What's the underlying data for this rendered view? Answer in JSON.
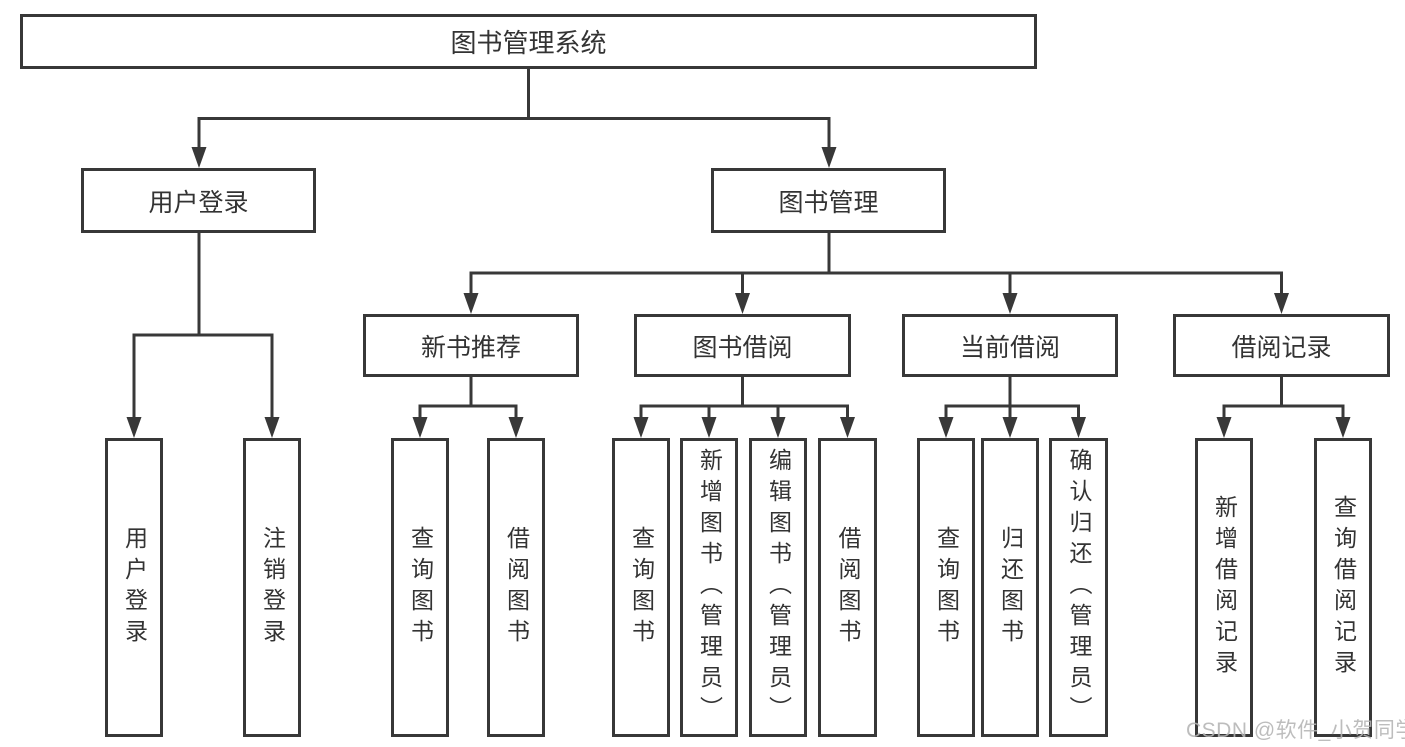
{
  "colors": {
    "background": "#ffffff",
    "line": "#383838",
    "text": "#333333",
    "box_background": "#ffffff",
    "watermark": "#b5b5b5"
  },
  "diagram": {
    "root": {
      "label": "图书管理系统",
      "children": [
        {
          "label": "用户登录",
          "children": [
            {
              "label": "用户登录"
            },
            {
              "label": "注销登录"
            }
          ]
        },
        {
          "label": "图书管理",
          "children": [
            {
              "label": "新书推荐",
              "children": [
                {
                  "label": "查询图书"
                },
                {
                  "label": "借阅图书"
                }
              ]
            },
            {
              "label": "图书借阅",
              "children": [
                {
                  "label": "查询图书"
                },
                {
                  "label": "新增图书（管理员）"
                },
                {
                  "label": "编辑图书（管理员）"
                },
                {
                  "label": "借阅图书"
                }
              ]
            },
            {
              "label": "当前借阅",
              "children": [
                {
                  "label": "查询图书"
                },
                {
                  "label": "归还图书"
                },
                {
                  "label": "确认归还（管理员）"
                }
              ]
            },
            {
              "label": "借阅记录",
              "children": [
                {
                  "label": "新增借阅记录"
                },
                {
                  "label": "查询借阅记录"
                }
              ]
            }
          ]
        }
      ]
    }
  },
  "watermark": {
    "text": "CSDN @软件_小贺同学"
  }
}
